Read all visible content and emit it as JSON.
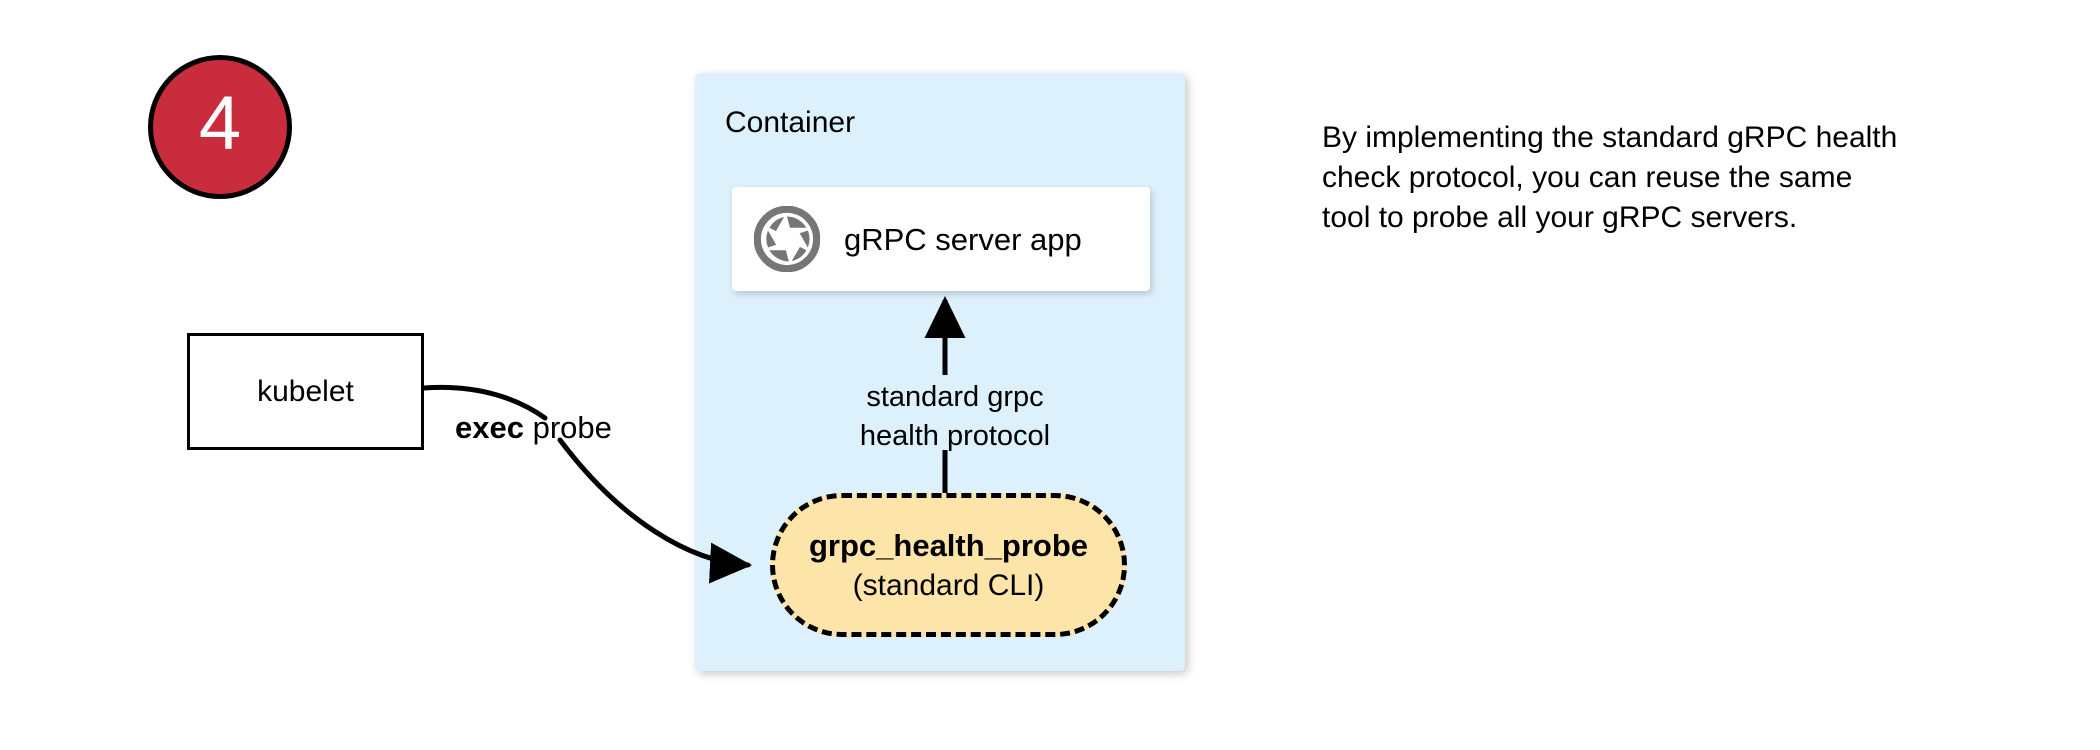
{
  "step_badge": {
    "number": "4",
    "fill_color": "#c92c3c",
    "border_color": "#000000",
    "text_color": "#ffffff"
  },
  "container": {
    "title": "Container",
    "fill_color": "#ddf1fc"
  },
  "server_card": {
    "label": "gRPC server app",
    "icon": "aperture-icon",
    "icon_color": "#767676",
    "fill_color": "#ffffff"
  },
  "kubelet": {
    "label": "kubelet",
    "fill_color": "#ffffff",
    "border_color": "#000000"
  },
  "edges": {
    "exec_probe": {
      "label_bold": "exec",
      "label_rest": " probe"
    },
    "health_protocol": {
      "line1": "standard grpc",
      "line2": "health protocol"
    }
  },
  "probe_pill": {
    "title": "grpc_health_probe",
    "subtitle": "(standard CLI)",
    "fill_color": "#fde5a9",
    "border_color": "#000000",
    "border_style": "dashed"
  },
  "annotation": {
    "text": "By implementing the standard gRPC health check protocol, you can reuse the same tool to probe all your gRPC servers."
  }
}
